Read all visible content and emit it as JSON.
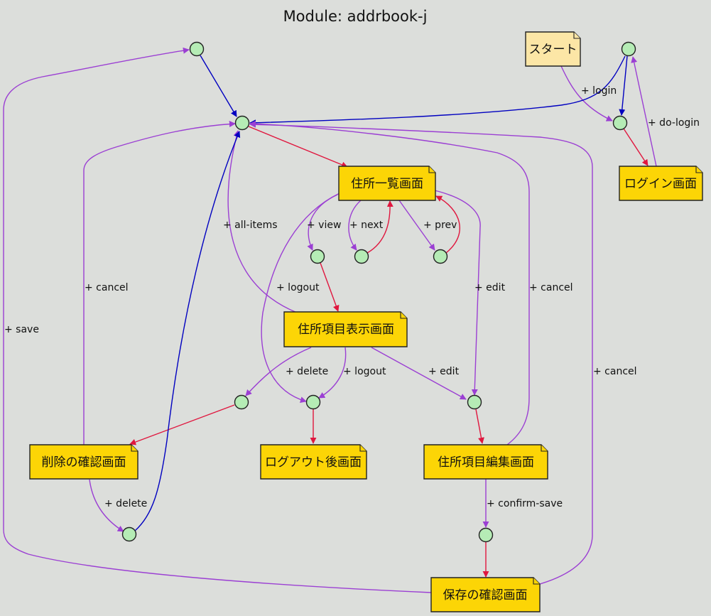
{
  "title": "Module: addrbook-j",
  "colors": {
    "background": "#dcdedb",
    "page_fill": "#fcd506",
    "start_fill": "#fce6a6",
    "state_fill": "#b5ecb5",
    "edge_action": "#9b3fd3",
    "edge_render": "#e0163e",
    "edge_redirect": "#0000c0"
  },
  "pages": [
    {
      "id": "start",
      "label": "スタート",
      "kind": "start"
    },
    {
      "id": "login",
      "label": "ログイン画面",
      "kind": "page"
    },
    {
      "id": "list",
      "label": "住所一覧画面",
      "kind": "page"
    },
    {
      "id": "view",
      "label": "住所項目表示画面",
      "kind": "page"
    },
    {
      "id": "delconf",
      "label": "削除の確認画面",
      "kind": "page"
    },
    {
      "id": "logout",
      "label": "ログアウト後画面",
      "kind": "page"
    },
    {
      "id": "edit",
      "label": "住所項目編集画面",
      "kind": "page"
    },
    {
      "id": "saveconf",
      "label": "保存の確認画面",
      "kind": "page"
    }
  ],
  "states": [
    "s_top",
    "s_hub",
    "s_login_right",
    "s_login",
    "s_view",
    "s_next",
    "s_prev",
    "s_del",
    "s_logout",
    "s_edit",
    "s_delete",
    "s_save"
  ],
  "edges": [
    {
      "from": "start",
      "to": "s_login",
      "type": "action",
      "label": "+ login"
    },
    {
      "from": "s_login_right",
      "to": "s_login",
      "type": "redirect",
      "label": ""
    },
    {
      "from": "s_login_right",
      "to": "s_hub",
      "type": "redirect",
      "label": ""
    },
    {
      "from": "s_login",
      "to": "login",
      "type": "render",
      "label": ""
    },
    {
      "from": "login",
      "to": "s_login_right",
      "type": "action",
      "label": "+ do-login"
    },
    {
      "from": "s_top",
      "to": "s_hub",
      "type": "redirect",
      "label": ""
    },
    {
      "from": "s_hub",
      "to": "list",
      "type": "render",
      "label": ""
    },
    {
      "from": "list",
      "to": "s_view",
      "type": "action",
      "label": "+ view"
    },
    {
      "from": "list",
      "to": "s_next",
      "type": "action",
      "label": "+ next"
    },
    {
      "from": "s_next",
      "to": "list",
      "type": "render",
      "label": ""
    },
    {
      "from": "list",
      "to": "s_prev",
      "type": "action",
      "label": "+ prev"
    },
    {
      "from": "s_prev",
      "to": "list",
      "type": "render",
      "label": ""
    },
    {
      "from": "list",
      "to": "s_logout",
      "type": "action",
      "label": "+ logout"
    },
    {
      "from": "list",
      "to": "s_edit",
      "type": "action",
      "label": "+ edit"
    },
    {
      "from": "view",
      "to": "s_hub",
      "type": "action",
      "label": "+ all-items"
    },
    {
      "from": "s_view",
      "to": "view",
      "type": "render",
      "label": ""
    },
    {
      "from": "view",
      "to": "s_del",
      "type": "action",
      "label": "+ delete"
    },
    {
      "from": "view",
      "to": "s_logout",
      "type": "action",
      "label": "+ logout"
    },
    {
      "from": "view",
      "to": "s_edit",
      "type": "action",
      "label": "+ edit"
    },
    {
      "from": "s_del",
      "to": "delconf",
      "type": "render",
      "label": ""
    },
    {
      "from": "s_logout",
      "to": "logout",
      "type": "render",
      "label": ""
    },
    {
      "from": "s_edit",
      "to": "edit",
      "type": "render",
      "label": ""
    },
    {
      "from": "delconf",
      "to": "s_hub",
      "type": "action",
      "label": "+ cancel"
    },
    {
      "from": "delconf",
      "to": "s_delete",
      "type": "action",
      "label": "+ delete"
    },
    {
      "from": "s_delete",
      "to": "s_hub",
      "type": "redirect",
      "label": ""
    },
    {
      "from": "edit",
      "to": "s_hub",
      "type": "action",
      "label": "+ cancel"
    },
    {
      "from": "edit",
      "to": "s_save",
      "type": "action",
      "label": "+ confirm-save"
    },
    {
      "from": "s_save",
      "to": "saveconf",
      "type": "render",
      "label": ""
    },
    {
      "from": "saveconf",
      "to": "s_hub",
      "type": "action",
      "label": "+ cancel"
    },
    {
      "from": "saveconf",
      "to": "s_top",
      "type": "action",
      "label": "+ save"
    }
  ]
}
